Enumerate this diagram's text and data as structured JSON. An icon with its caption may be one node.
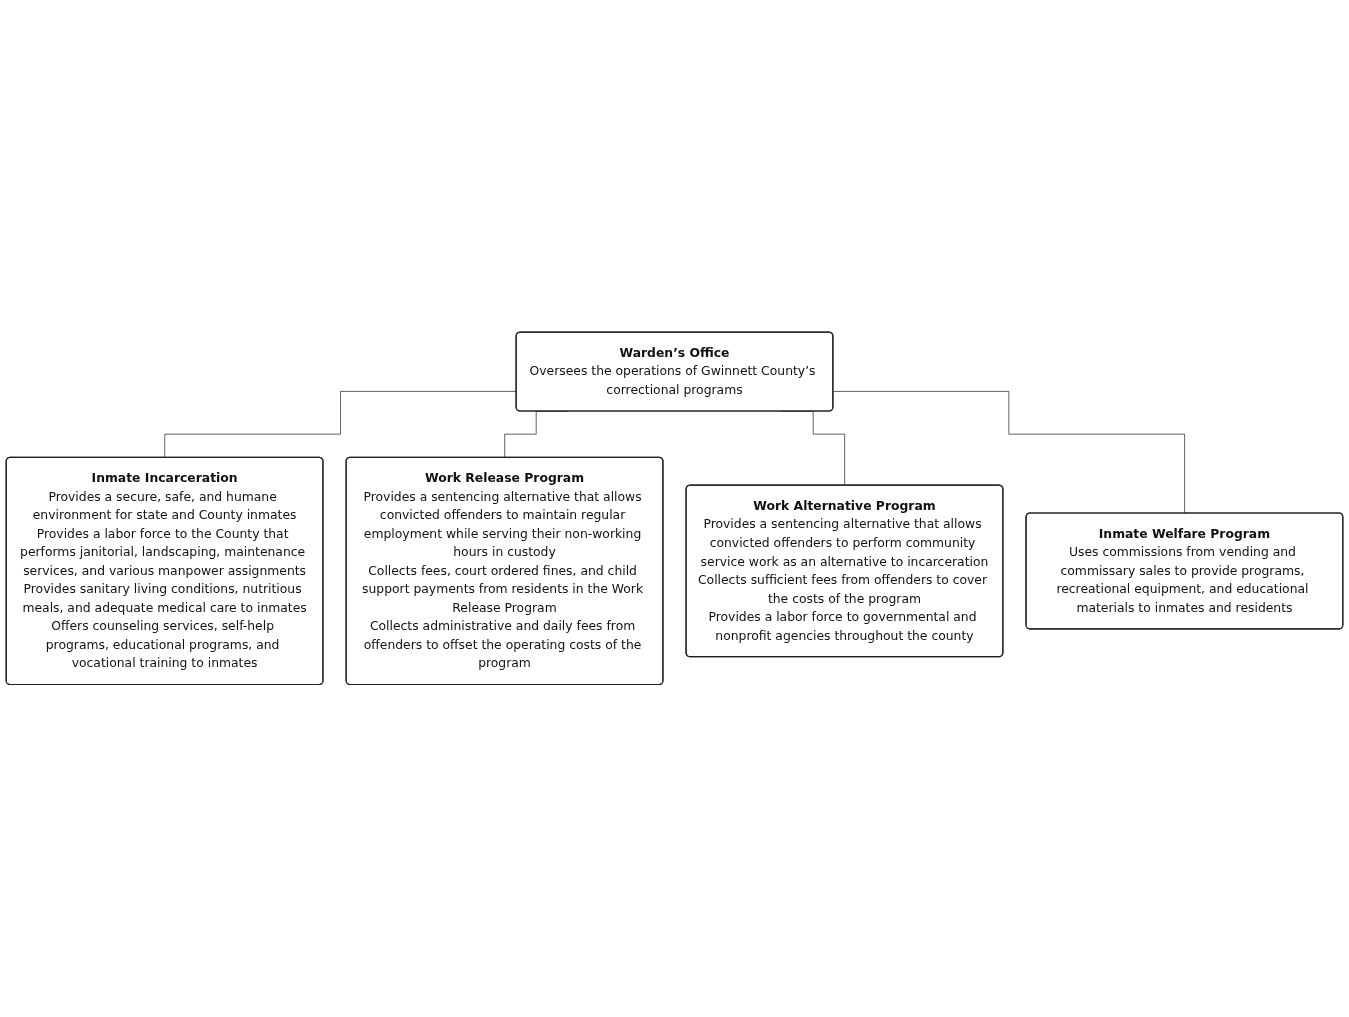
{
  "diagram": {
    "nodes": [
      {
        "text": [
          "Warden’s Office",
          "Oversees the operations of Gwinnett County’s correctional programs"
        ]
      },
      {
        "text": [
          "Inmate Incarceration",
          "Provides a secure, safe, and humane environment for state and County inmates",
          "Provides a labor force to the County that performs janitorial, landscaping, maintenance services, and various manpower assignments",
          "Provides sanitary living conditions, nutritious meals, and adequate medical care to inmates",
          "Offers counseling services, self-help programs, educational programs, and vocational training to inmates"
        ]
      },
      {
        "text": [
          "Work Release Program",
          "Provides a sentencing alternative that allows convicted offenders to maintain regular employment while serving their non-working hours in custody",
          "Collects fees, court ordered fines, and child support payments from residents in the Work Release Program",
          "Collects administrative and daily fees from offenders to offset the operating costs of the program"
        ]
      },
      {
        "text": [
          "Work Alternative Program",
          "Provides a sentencing alternative that allows convicted offenders to perform community service work as an alternative to incarceration",
          "Collects sufficient fees from offenders to cover the costs of the program",
          "Provides a labor force to governmental and nonprofit agencies throughout the county"
        ]
      },
      {
        "text": [
          "Inmate Welfare Program",
          "Uses commissions from vending and commissary sales to provide programs, recreational equipment, and educational materials to inmates and residents"
        ]
      }
    ],
    "edges": [
      {
        "from": 0,
        "to": 1,
        "arrow": "none"
      },
      {
        "from": 0,
        "to": 2,
        "arrow": "none"
      },
      {
        "from": 0,
        "to": 3,
        "arrow": "none"
      },
      {
        "from": 0,
        "to": 4,
        "arrow": "none"
      }
    ]
  }
}
